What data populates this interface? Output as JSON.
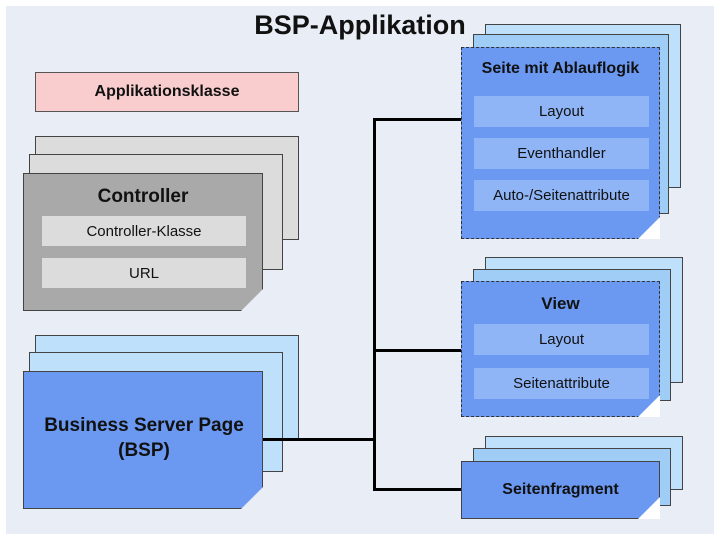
{
  "title": "BSP-Applikation",
  "application_class": "Applikationsklasse",
  "controller": {
    "title": "Controller",
    "items": [
      "Controller-Klasse",
      "URL"
    ]
  },
  "bsp": {
    "line1": "Business Server Page",
    "line2": "(BSP)"
  },
  "page_with_logic": {
    "title": "Seite mit Ablauflogik",
    "items": [
      "Layout",
      "Eventhandler",
      "Auto-/Seitenattribute"
    ]
  },
  "view": {
    "title": "View",
    "items": [
      "Layout",
      "Seitenattribute"
    ]
  },
  "fragment": {
    "title": "Seitenfragment"
  }
}
